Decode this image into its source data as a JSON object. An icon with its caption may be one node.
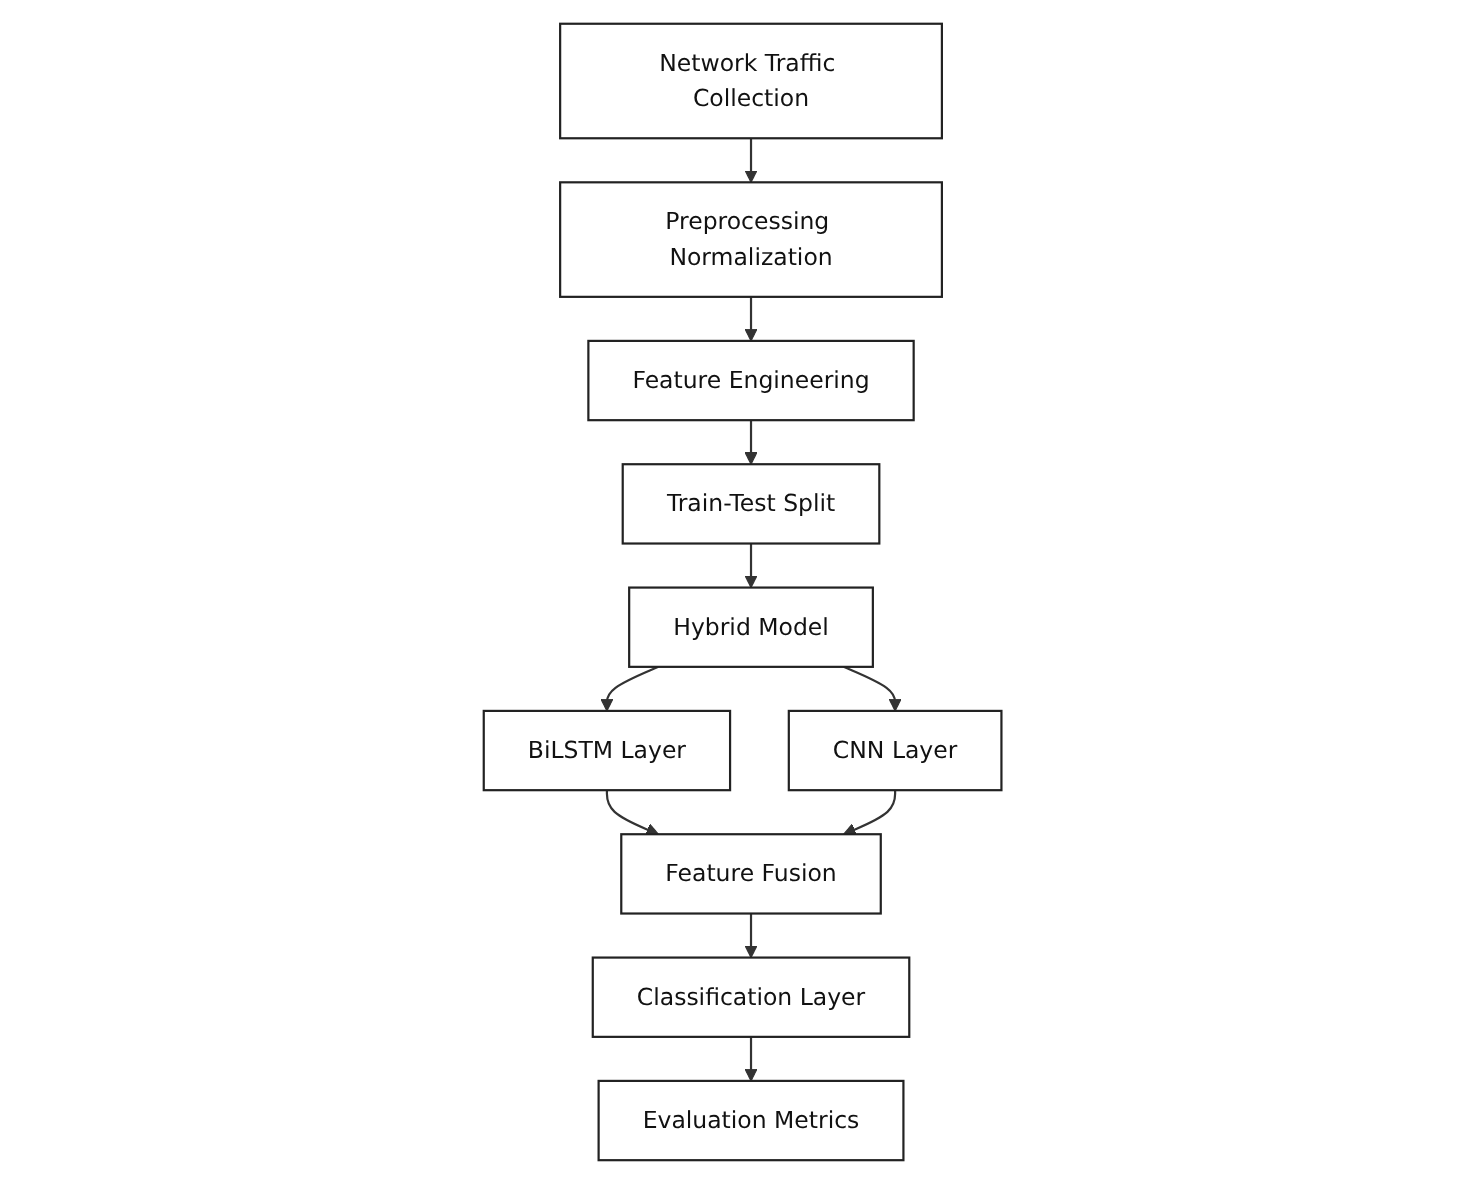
{
  "diagram": {
    "nodes": [
      {
        "text": [
          "Network Traffic Collection"
        ]
      },
      {
        "text": [
          "Preprocessing Normalization"
        ]
      },
      {
        "text": [
          "Feature Engineering"
        ]
      },
      {
        "text": [
          "Train-Test Split"
        ]
      },
      {
        "text": [
          "Hybrid Model"
        ]
      },
      {
        "text": [
          "BiLSTM Layer"
        ]
      },
      {
        "text": [
          "CNN Layer"
        ]
      },
      {
        "text": [
          "Feature Fusion"
        ]
      },
      {
        "text": [
          "Classification Layer"
        ]
      },
      {
        "text": [
          "Evaluation Metrics"
        ]
      }
    ],
    "edges": [
      {
        "from": 0,
        "to": 1,
        "arrow": "to"
      },
      {
        "from": 1,
        "to": 2,
        "arrow": "to"
      },
      {
        "from": 2,
        "to": 3,
        "arrow": "to"
      },
      {
        "from": 3,
        "to": 4,
        "arrow": "to"
      },
      {
        "from": 4,
        "to": 5,
        "arrow": "to"
      },
      {
        "from": 4,
        "to": 6,
        "arrow": "to"
      },
      {
        "from": 5,
        "to": 7,
        "arrow": "to"
      },
      {
        "from": 6,
        "to": 7,
        "arrow": "to"
      },
      {
        "from": 7,
        "to": 8,
        "arrow": "to"
      },
      {
        "from": 8,
        "to": 9,
        "arrow": "to"
      }
    ]
  }
}
